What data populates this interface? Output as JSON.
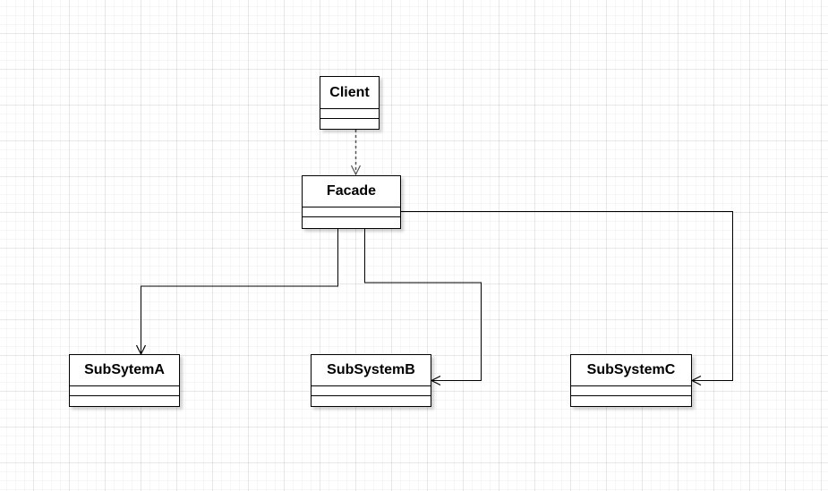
{
  "diagram": {
    "classes": {
      "client": {
        "name": "Client"
      },
      "facade": {
        "name": "Facade"
      },
      "subsystem_a": {
        "name": "SubSytemA"
      },
      "subsystem_b": {
        "name": "SubSystemB"
      },
      "subsystem_c": {
        "name": "SubSystemC"
      }
    },
    "relations": [
      {
        "from": "Client",
        "to": "Facade",
        "kind": "dependency"
      },
      {
        "from": "Facade",
        "to": "SubSytemA",
        "kind": "association"
      },
      {
        "from": "Facade",
        "to": "SubSystemB",
        "kind": "association"
      },
      {
        "from": "Facade",
        "to": "SubSystemC",
        "kind": "association"
      }
    ],
    "colors": {
      "line": "#000000",
      "dependency_line": "#555555",
      "background": "#ffffff"
    }
  }
}
